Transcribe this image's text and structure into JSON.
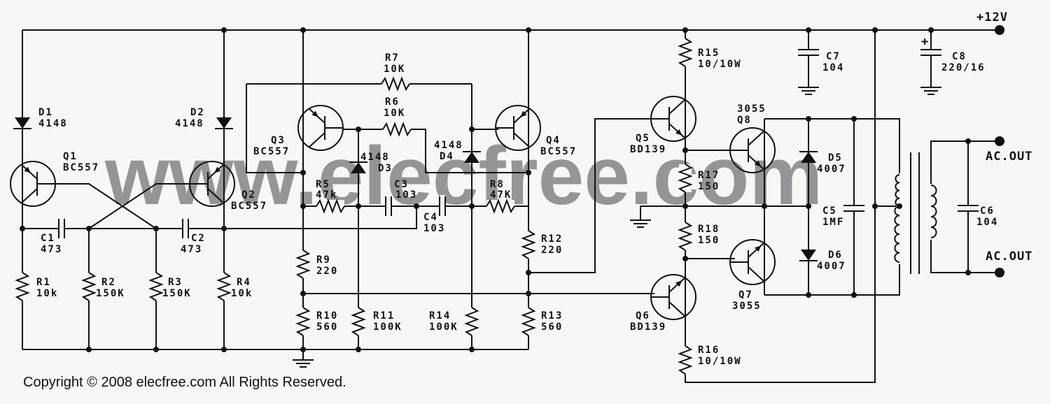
{
  "title": "+12V",
  "outputs": [
    "AC.OUT",
    "AC.OUT"
  ],
  "watermark": "www.elecfree.com",
  "copyright": "Copyright ©  2008 elecfree.com All Rights Reserved.",
  "components": [
    {
      "id": "D1",
      "value": "4148"
    },
    {
      "id": "D2",
      "value": "4148"
    },
    {
      "id": "Q1",
      "value": "BC557"
    },
    {
      "id": "Q2",
      "value": "BC557"
    },
    {
      "id": "Q3",
      "value": "BC557"
    },
    {
      "id": "Q4",
      "value": "BC557"
    },
    {
      "id": "R7",
      "value": "10K"
    },
    {
      "id": "R6",
      "value": "10K"
    },
    {
      "id": "D3",
      "value": "4148"
    },
    {
      "id": "D4",
      "value": "4148"
    },
    {
      "id": "R5",
      "value": "47k"
    },
    {
      "id": "C3",
      "value": "103"
    },
    {
      "id": "R8",
      "value": "47K"
    },
    {
      "id": "C4",
      "value": "103"
    },
    {
      "id": "C1",
      "value": "473"
    },
    {
      "id": "C2",
      "value": "473"
    },
    {
      "id": "R1",
      "value": "10k"
    },
    {
      "id": "R2",
      "value": "150K"
    },
    {
      "id": "R3",
      "value": "150K"
    },
    {
      "id": "R4",
      "value": "10k"
    },
    {
      "id": "R9",
      "value": "220"
    },
    {
      "id": "R10",
      "value": "560"
    },
    {
      "id": "R11",
      "value": "100K"
    },
    {
      "id": "R14",
      "value": "100K"
    },
    {
      "id": "R13",
      "value": "560"
    },
    {
      "id": "R12",
      "value": "220"
    },
    {
      "id": "R15",
      "value": "10/10W"
    },
    {
      "id": "C7",
      "value": "104"
    },
    {
      "id": "C8",
      "value": "220/16"
    },
    {
      "id": "Q5",
      "value": "BD139"
    },
    {
      "id": "Q8",
      "value": "3055"
    },
    {
      "id": "R17",
      "value": "150"
    },
    {
      "id": "D5",
      "value": "4007"
    },
    {
      "id": "C5",
      "value": "1MF"
    },
    {
      "id": "D6",
      "value": "4007"
    },
    {
      "id": "R18",
      "value": "150"
    },
    {
      "id": "Q7",
      "value": "3055"
    },
    {
      "id": "Q6",
      "value": "BD139"
    },
    {
      "id": "R16",
      "value": "10/10W"
    },
    {
      "id": "C6",
      "value": "104"
    }
  ]
}
